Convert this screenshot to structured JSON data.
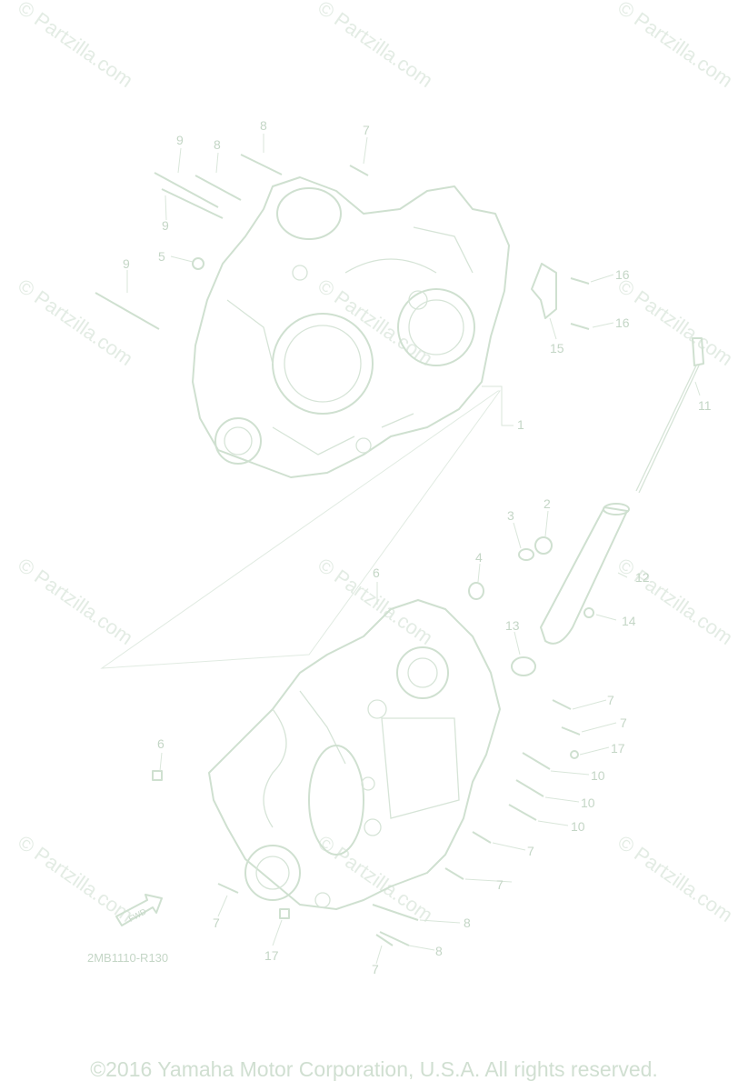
{
  "diagram": {
    "watermark_text": "© Partzilla.com",
    "diagram_code": "2MB1110-R130",
    "front_mark": "FWD",
    "copyright": "©2016 Yamaha Motor Corporation, U.S.A. All rights reserved."
  },
  "callouts": [
    {
      "id": "c-8a",
      "label": "8"
    },
    {
      "id": "c-7a",
      "label": "7"
    },
    {
      "id": "c-9a",
      "label": "9"
    },
    {
      "id": "c-8b",
      "label": "8"
    },
    {
      "id": "c-9b",
      "label": "9"
    },
    {
      "id": "c-5",
      "label": "5"
    },
    {
      "id": "c-9c",
      "label": "9"
    },
    {
      "id": "c-16a",
      "label": "16"
    },
    {
      "id": "c-16b",
      "label": "16"
    },
    {
      "id": "c-15",
      "label": "15"
    },
    {
      "id": "c-11",
      "label": "11"
    },
    {
      "id": "c-1",
      "label": "1"
    },
    {
      "id": "c-2",
      "label": "2"
    },
    {
      "id": "c-3",
      "label": "3"
    },
    {
      "id": "c-4",
      "label": "4"
    },
    {
      "id": "c-12",
      "label": "12"
    },
    {
      "id": "c-13",
      "label": "13"
    },
    {
      "id": "c-14",
      "label": "14"
    },
    {
      "id": "c-6a",
      "label": "6"
    },
    {
      "id": "c-6b",
      "label": "6"
    },
    {
      "id": "c-7b",
      "label": "7"
    },
    {
      "id": "c-7c",
      "label": "7"
    },
    {
      "id": "c-17a",
      "label": "17"
    },
    {
      "id": "c-10a",
      "label": "10"
    },
    {
      "id": "c-10b",
      "label": "10"
    },
    {
      "id": "c-10c",
      "label": "10"
    },
    {
      "id": "c-7d",
      "label": "7"
    },
    {
      "id": "c-7e",
      "label": "7"
    },
    {
      "id": "c-8c",
      "label": "8"
    },
    {
      "id": "c-8d",
      "label": "8"
    },
    {
      "id": "c-7f",
      "label": "7"
    },
    {
      "id": "c-7g",
      "label": "7"
    },
    {
      "id": "c-17b",
      "label": "17"
    }
  ]
}
